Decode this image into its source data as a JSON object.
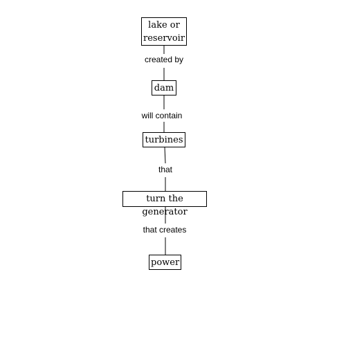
{
  "concept_map": {
    "nodes": [
      {
        "id": "lake",
        "text": "lake or\nreservoir"
      },
      {
        "id": "dam",
        "text": "dam"
      },
      {
        "id": "turbines",
        "text": "turbines"
      },
      {
        "id": "generator",
        "text": "turn the generator"
      },
      {
        "id": "power",
        "text": "power"
      }
    ],
    "links": [
      {
        "from": "lake",
        "to": "dam",
        "label": "created by"
      },
      {
        "from": "dam",
        "to": "turbines",
        "label": "will contain"
      },
      {
        "from": "turbines",
        "to": "generator",
        "label": "that"
      },
      {
        "from": "generator",
        "to": "power",
        "label": "that creates"
      }
    ]
  }
}
